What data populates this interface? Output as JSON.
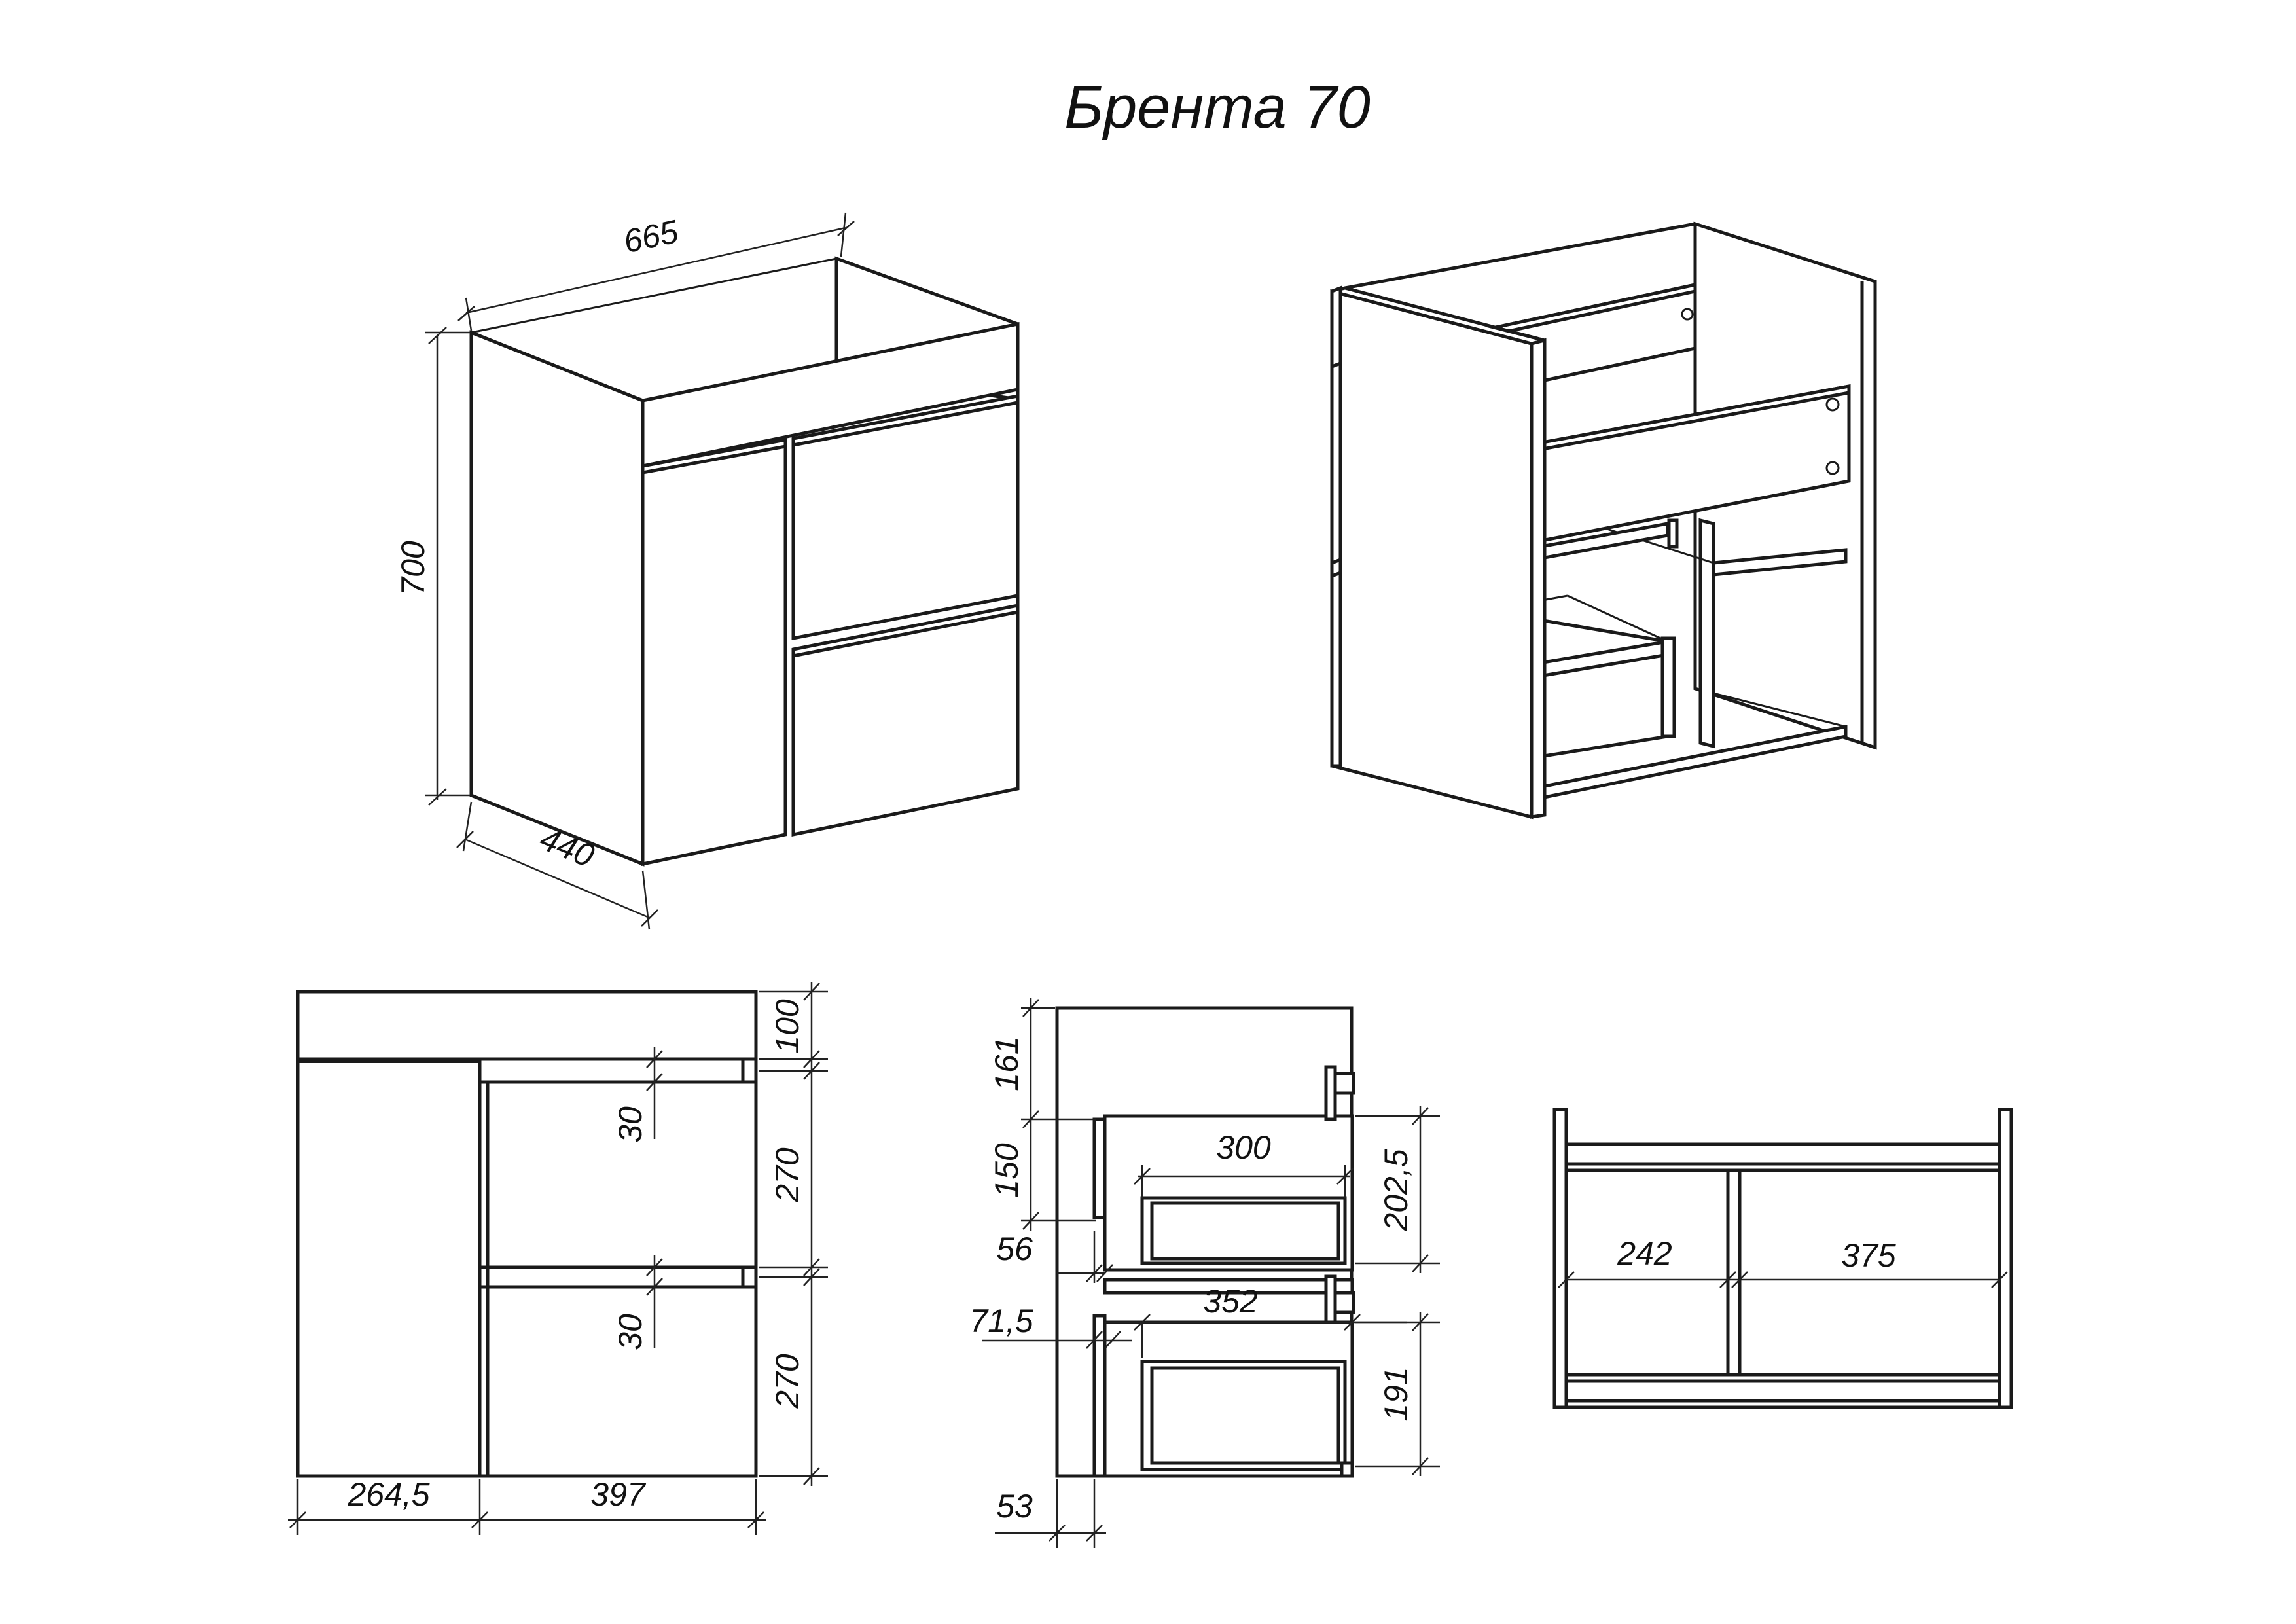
{
  "title": "Брента 70",
  "colors": {
    "line": "#1a1a1a",
    "background": "#ffffff"
  },
  "iso_front": {
    "width": "665",
    "height": "700",
    "depth": "440"
  },
  "front_view": {
    "top_panel": "100",
    "gap_upper": "30",
    "drawer_upper": "270",
    "gap_lower": "30",
    "drawer_lower": "270",
    "door_width": "264,5",
    "drawers_width": "397"
  },
  "side_view": {
    "top": "161",
    "mid": "150",
    "offset_a": "56",
    "offset_b": "71,5",
    "bottom": "53",
    "upper_drawer_depth": "300",
    "upper_drawer_height": "202,5",
    "lower_drawer_depth": "352",
    "lower_drawer_height": "191"
  },
  "top_view": {
    "left_section": "242",
    "right_section": "375"
  }
}
